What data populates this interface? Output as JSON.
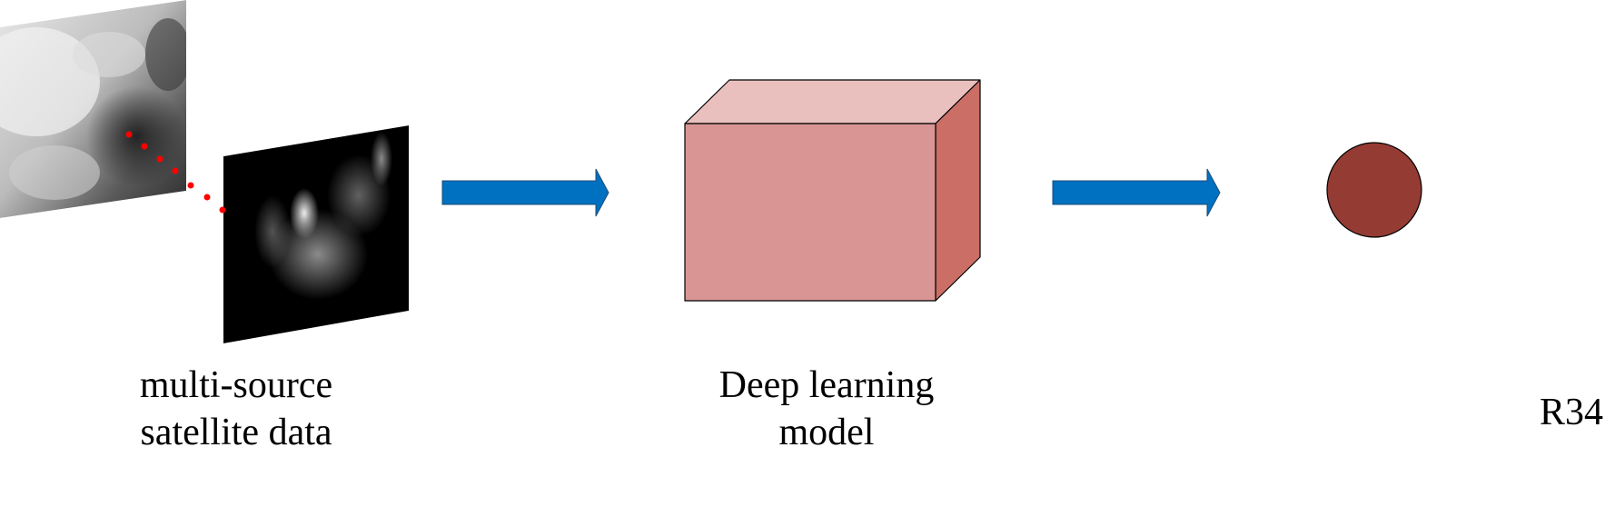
{
  "labels": {
    "input_line1": "multi-source",
    "input_line2": "satellite data",
    "model_line1": "Deep learning",
    "model_line2": "model",
    "output": "R34"
  },
  "colors": {
    "arrow": "#0070C0",
    "cube_front": "#D99594",
    "cube_top": "#EAC0BF",
    "cube_side": "#CB6E65",
    "output_circle": "#943B33",
    "dots": "#FF0000"
  }
}
